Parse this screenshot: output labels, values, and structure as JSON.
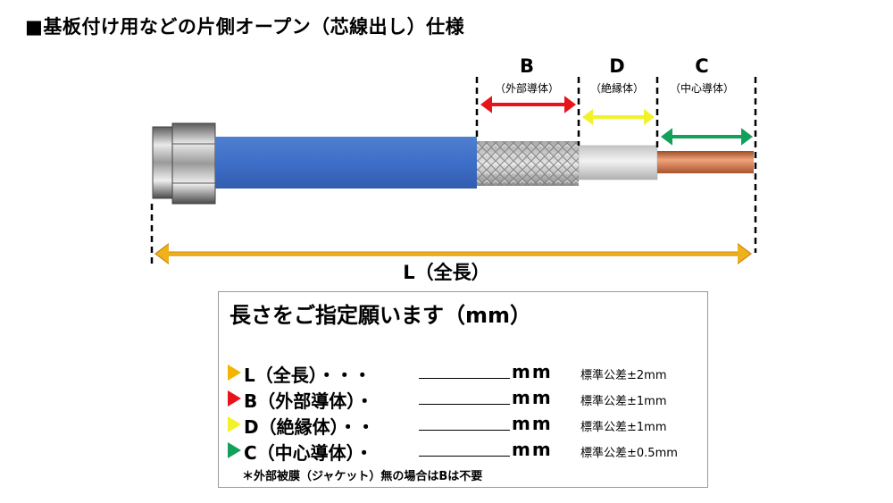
{
  "title": "■基板付け用などの片側オープン（芯線出し）仕様",
  "segments": {
    "B": {
      "letter": "B",
      "sub": "（外部導体）",
      "color": "#e8141b"
    },
    "D": {
      "letter": "D",
      "sub": "（絶縁体）",
      "color": "#f2f22a"
    },
    "C": {
      "letter": "C",
      "sub": "（中心導体）",
      "color": "#13a05a"
    }
  },
  "total": {
    "label": "L（全長）",
    "color": "#f0b21a"
  },
  "spec": {
    "heading": "長さをご指定願います（mm）",
    "rows": [
      {
        "label": "L（全長）・・・",
        "unit": "mm",
        "tolerance": "標準公差±2mm",
        "color": "#f4b400"
      },
      {
        "label": "B（外部導体）・",
        "unit": "mm",
        "tolerance": "標準公差±1mm",
        "color": "#e8141b"
      },
      {
        "label": "D（絶縁体）・・",
        "unit": "mm",
        "tolerance": "標準公差±1mm",
        "color": "#f2f22a"
      },
      {
        "label": "C（中心導体）・",
        "unit": "mm",
        "tolerance": "標準公差±0.5mm",
        "color": "#13a05a"
      }
    ],
    "note": "＊外部被膜（ジャケット）無の場合はBは不要"
  }
}
